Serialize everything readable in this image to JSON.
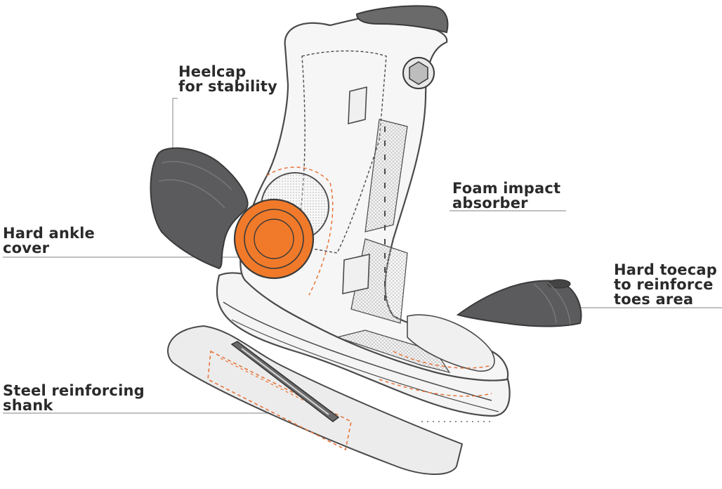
{
  "labels": {
    "heelcap": {
      "line1": "Heelcap",
      "line2": "for stability"
    },
    "ankle": {
      "line1": "Hard ankle",
      "line2": "cover"
    },
    "foam": {
      "line1": "Foam impact",
      "line2": "absorber"
    },
    "toecap": {
      "line1": "Hard toecap",
      "line2": "to reinforce",
      "line3": "toes area"
    },
    "shank": {
      "line1": "Steel reinforcing",
      "line2": "shank"
    }
  },
  "colors": {
    "accent_orange": "#f07a2a",
    "dark_part": "#5b5b5d",
    "outline": "#4a4a4a",
    "dashed_orange": "#e8743a",
    "leader_line": "#9a9a9a",
    "label_text": "#2a2a2a"
  }
}
